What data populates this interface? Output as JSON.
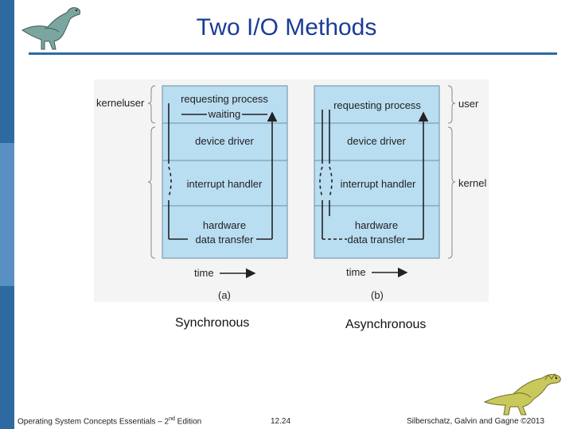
{
  "slide": {
    "title": "Two I/O Methods",
    "caption_left": "Synchronous",
    "caption_right": "Asynchronous"
  },
  "diagram": {
    "left_labels": {
      "kernel": "kernel",
      "user": "user"
    },
    "right_labels": {
      "user": "user",
      "kernel": "kernel"
    },
    "a": {
      "requesting": "requesting process",
      "waiting": "waiting",
      "driver": "device driver",
      "handler": "interrupt handler",
      "hardware": "hardware",
      "transfer": "data transfer",
      "time": "time",
      "label": "(a)"
    },
    "b": {
      "requesting": "requesting process",
      "driver": "device driver",
      "handler": "interrupt handler",
      "hardware": "hardware",
      "transfer": "data transfer",
      "time": "time",
      "label": "(b)"
    }
  },
  "footer": {
    "left_prefix": "Operating System Concepts Essentials – 2",
    "left_sup": "nd",
    "left_suffix": " Edition",
    "page": "12.24",
    "right": "Silberschatz, Galvin and Gagne ©2013"
  },
  "colors": {
    "accent": "#2e6aa2",
    "title": "#1a3c95",
    "panel": "#b9ddf1"
  }
}
